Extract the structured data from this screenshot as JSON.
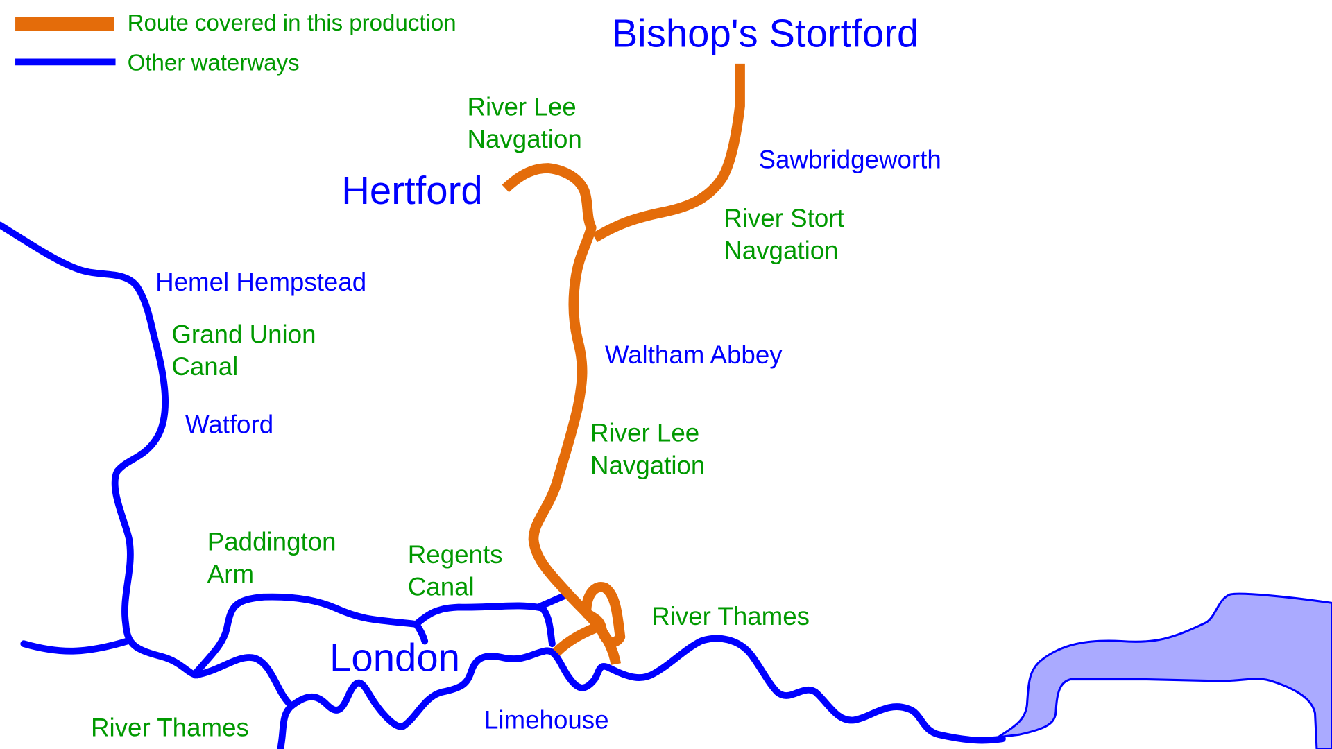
{
  "colors": {
    "route": "#e46c0a",
    "waterway": "#0000ff",
    "label_green": "#009900",
    "estuary_fill": "#aaaaff"
  },
  "legend": [
    {
      "label": "Route covered in this production",
      "type": "route"
    },
    {
      "label": "Other waterways",
      "type": "waterway"
    }
  ],
  "towns": {
    "bishops_stortford": "Bishop's Stortford",
    "hertford": "Hertford",
    "sawbridgeworth": "Sawbridgeworth",
    "hemel": "Hemel Hempstead",
    "waltham": "Waltham Abbey",
    "watford": "Watford",
    "london": "London",
    "limehouse": "Limehouse"
  },
  "waterways": {
    "lee_upper": [
      "River Lee",
      "Navgation"
    ],
    "stort": [
      "River Stort",
      "Navgation"
    ],
    "grand_union": [
      "Grand Union",
      "Canal"
    ],
    "lee_lower": [
      "River Lee",
      "Navgation"
    ],
    "paddington": [
      "Paddington",
      "Arm"
    ],
    "regents": [
      "Regents",
      "Canal"
    ],
    "thames_east": "River Thames",
    "thames_west": "River Thames"
  }
}
